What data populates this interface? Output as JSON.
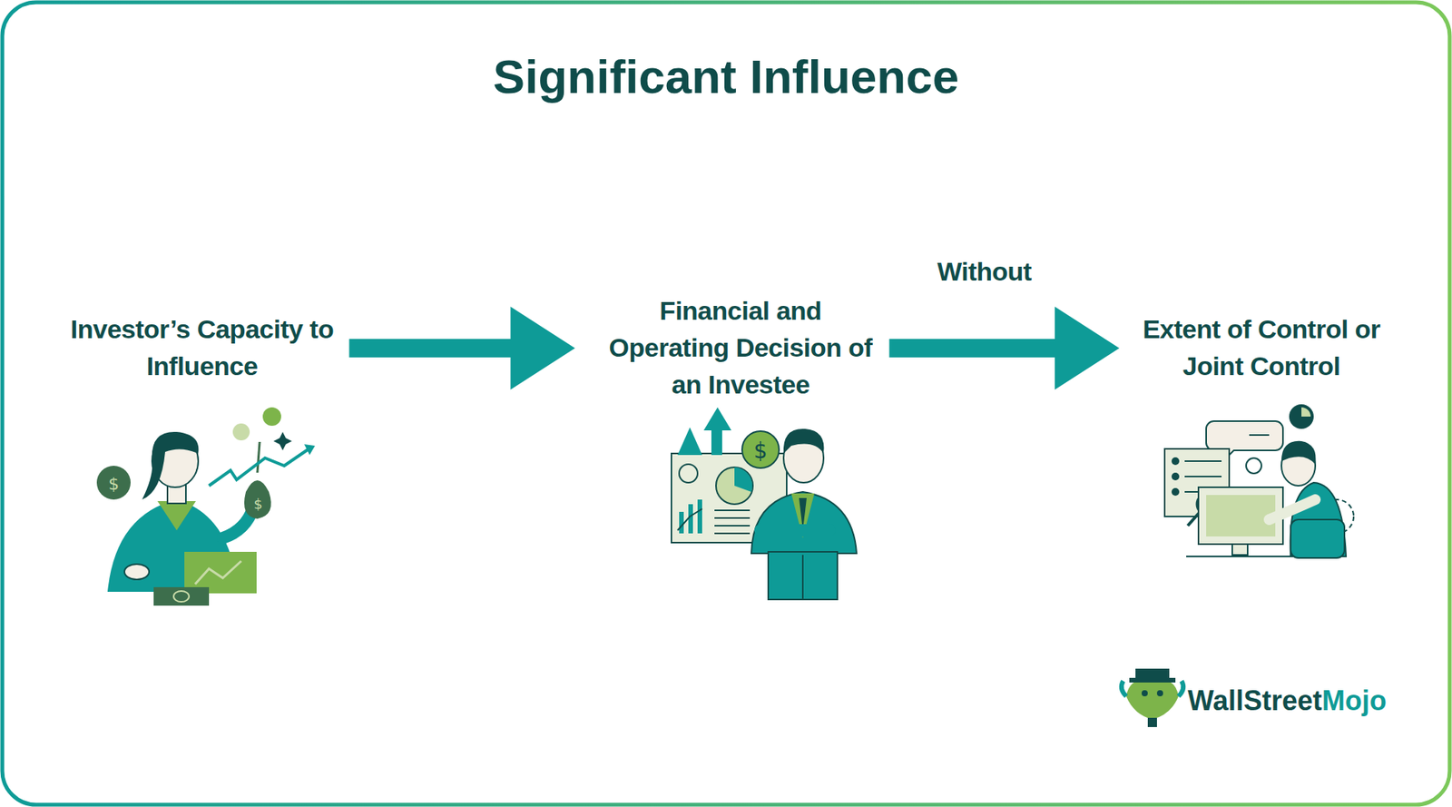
{
  "diagram": {
    "title": "Significant Influence",
    "nodes": [
      {
        "text": [
          "Investor’s Capacity to Influence"
        ]
      },
      {
        "text": [
          "Financial and Operating Decision of an Investee"
        ]
      },
      {
        "text": [
          "Extent of Control or Joint Control"
        ]
      }
    ],
    "edges": [
      {
        "from": 0,
        "to": 1,
        "arrow": "to"
      },
      {
        "from": 1,
        "to": 2,
        "label": "Without",
        "arrow": "to"
      }
    ],
    "labels": [
      "WallStreet",
      "Mojo"
    ]
  }
}
